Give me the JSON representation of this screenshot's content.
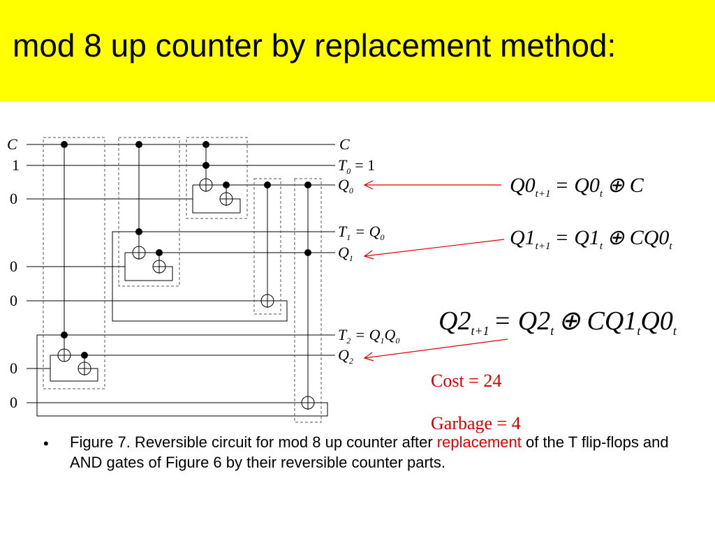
{
  "slide": {
    "title": "mod 8 up counter by replacement method:"
  },
  "circuit": {
    "inputs": {
      "c": "C",
      "one": "1",
      "zero": "0"
    },
    "outputs": {
      "c": "C",
      "t0": {
        "sym": "T",
        "sub": "0",
        "rhs": "= 1"
      },
      "q0": {
        "sym": "Q",
        "sub": "0"
      },
      "t1": {
        "sym": "T",
        "sub": "1",
        "eq": "= Q",
        "rhs_sub": "0"
      },
      "q1": {
        "sym": "Q",
        "sub": "1"
      },
      "t2": {
        "sym": "T",
        "sub": "2",
        "eq": "= Q",
        "rhs_sub1": "1",
        "rhs_mid": "Q",
        "rhs_sub2": "0"
      },
      "q2": {
        "sym": "Q",
        "sub": "2"
      }
    }
  },
  "equations": {
    "eq0": {
      "a": "Q0",
      "a_sub": "t+1",
      "b": "= Q0",
      "b_sub": "t",
      "c": "⊕ C"
    },
    "eq1": {
      "a": "Q1",
      "a_sub": "t+1",
      "b": "= Q1",
      "b_sub": "t",
      "c": "⊕ CQ0",
      "c_sub": "t"
    },
    "eq2": {
      "a": "Q2",
      "a_sub": "t+1",
      "b": "= Q2",
      "b_sub": "t",
      "c": "⊕ CQ1",
      "c_sub": "t",
      "d": "Q0",
      "d_sub": "t"
    }
  },
  "stats": {
    "cost": "Cost = 24",
    "garbage": "Garbage = 4"
  },
  "caption": {
    "bullet": "•",
    "before": "Figure 7. Reversible circuit for mod 8 up counter after ",
    "highlight": "replacement",
    "after": " of the T flip-flops and AND gates of Figure 6 by their reversible counter parts."
  },
  "colors": {
    "title_bg": "#ffff00",
    "arrow": "#e00000",
    "stat_text": "#d40000",
    "highlight": "#e00000"
  }
}
